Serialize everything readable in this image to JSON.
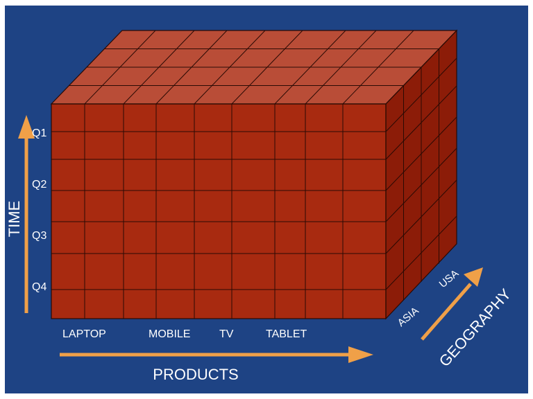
{
  "colors": {
    "background": "#1e4384",
    "front_face": "#a82a10",
    "top_face": "#b94d37",
    "side_face": "#8c1c08",
    "grid_line": "#2a0a04",
    "arrow": "#f0a048",
    "text": "#ffffff"
  },
  "axes": {
    "time": {
      "title": "TIME",
      "categories": [
        "Q1",
        "Q2",
        "Q3",
        "Q4"
      ]
    },
    "products": {
      "title": "PRODUCTS",
      "categories": [
        "LAPTOP",
        "MOBILE",
        "TV",
        "TABLET"
      ]
    },
    "geography": {
      "title": "GEOGRAPHY",
      "categories": [
        "ASIA",
        "USA"
      ]
    }
  }
}
